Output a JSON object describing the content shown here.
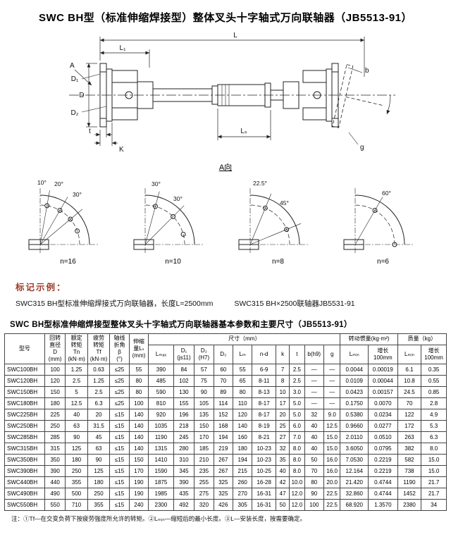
{
  "colors": {
    "accent_heading": "#9c3a28",
    "line": "#222222"
  },
  "page": {
    "title": "SWC BH型（标准伸缩焊接型）整体叉头十字轴式万向联轴器（JB5513-91）"
  },
  "drawing": {
    "labels": {
      "L": "L",
      "L1": "L₁",
      "Ls": "Lₛ",
      "A": "A",
      "D": "D",
      "D1": "D₁",
      "D2": "D₂",
      "b": "b",
      "g": "g",
      "t": "t",
      "K": "K",
      "view": "A向"
    },
    "patterns": [
      {
        "angles": [
          "10°",
          "20°",
          "30°"
        ],
        "n": "n=16"
      },
      {
        "angles": [
          "30°",
          "30°"
        ],
        "n": "n=10"
      },
      {
        "angles": [
          "22.5°",
          "45°"
        ],
        "n": "n=8"
      },
      {
        "angles": [
          "60°"
        ],
        "n": "n=6"
      }
    ]
  },
  "marking": {
    "heading": "标记示例：",
    "example_left": "SWC315 BH型标准伸缩焊接式万向联轴器，长度L=2500mm",
    "example_right": "SWC315 BH×2500联轴器JB5531-91"
  },
  "table": {
    "title": "SWC BH型标准伸缩焊接型整体叉头十字轴式万向联轴器基本参数和主要尺寸（JB5513-91）",
    "header": {
      "model": "型号",
      "d": "回转\n直径\nD\n(mm)",
      "tn": "额定\n转矩\nTn\n(kN·m)",
      "tf": "疲劳\n转矩\nTf\n(kN·m)",
      "beta": "轴线\n折角\nβ\n(°)",
      "ls": "伸缩\n量Lₛ\n(mm)",
      "size_group": "尺寸（mm）",
      "inertia_group": "转动惯量(kg·m²)",
      "mass_group": "质量（kg）",
      "size_cols": [
        "Lₘₐₓ",
        "D₁\n(js11)",
        "D₂\n(H7)",
        "D₃",
        "Lₘ",
        "n-d",
        "k",
        "t",
        "b(h9)",
        "g"
      ],
      "inertia_cols": [
        "Lₘᵢₙ",
        "增长\n100mm"
      ],
      "mass_cols": [
        "Lₘᵢₙ",
        "增长\n100mm"
      ]
    },
    "rows": [
      [
        "SWC100BH",
        "100",
        "1.25",
        "0.63",
        "≤25",
        "55",
        "390",
        "84",
        "57",
        "60",
        "55",
        "6-9",
        "7",
        "2.5",
        "—",
        "—",
        "0.0044",
        "0.00019",
        "6.1",
        "0.35"
      ],
      [
        "SWC120BH",
        "120",
        "2.5",
        "1.25",
        "≤25",
        "80",
        "485",
        "102",
        "75",
        "70",
        "65",
        "8-11",
        "8",
        "2.5",
        "—",
        "—",
        "0.0109",
        "0.00044",
        "10.8",
        "0.55"
      ],
      [
        "SWC150BH",
        "150",
        "5",
        "2.5",
        "≤25",
        "80",
        "590",
        "130",
        "90",
        "89",
        "80",
        "8-13",
        "10",
        "3.0",
        "—",
        "—",
        "0.0423",
        "0.00157",
        "24.5",
        "0.85"
      ],
      [
        "SWC180BH",
        "180",
        "12.5",
        "6.3",
        "≤25",
        "100",
        "810",
        "155",
        "105",
        "114",
        "110",
        "8-17",
        "17",
        "5.0",
        "—",
        "—",
        "0.1750",
        "0.0070",
        "70",
        "2.8"
      ],
      [
        "SWC225BH",
        "225",
        "40",
        "20",
        "≤15",
        "140",
        "920",
        "196",
        "135",
        "152",
        "120",
        "8-17",
        "20",
        "5.0",
        "32",
        "9.0",
        "0.5380",
        "0.0234",
        "122",
        "4.9"
      ],
      [
        "SWC250BH",
        "250",
        "63",
        "31.5",
        "≤15",
        "140",
        "1035",
        "218",
        "150",
        "168",
        "140",
        "8-19",
        "25",
        "6.0",
        "40",
        "12.5",
        "0.9660",
        "0.0277",
        "172",
        "5.3"
      ],
      [
        "SWC285BH",
        "285",
        "90",
        "45",
        "≤15",
        "140",
        "1190",
        "245",
        "170",
        "194",
        "160",
        "8-21",
        "27",
        "7.0",
        "40",
        "15.0",
        "2.0110",
        "0.0510",
        "263",
        "6.3"
      ],
      [
        "SWC315BH",
        "315",
        "125",
        "63",
        "≤15",
        "140",
        "1315",
        "280",
        "185",
        "219",
        "180",
        "10-23",
        "32",
        "8.0",
        "40",
        "15.0",
        "3.6050",
        "0.0795",
        "382",
        "8.0"
      ],
      [
        "SWC350BH",
        "350",
        "180",
        "90",
        "≤15",
        "150",
        "1410",
        "310",
        "210",
        "267",
        "194",
        "10-23",
        "35",
        "8.0",
        "50",
        "16.0",
        "7.0530",
        "0.2219",
        "582",
        "15.0"
      ],
      [
        "SWC390BH",
        "390",
        "250",
        "125",
        "≤15",
        "170",
        "1590",
        "345",
        "235",
        "267",
        "215",
        "10-25",
        "40",
        "8.0",
        "70",
        "16.0",
        "12.164",
        "0.2219",
        "738",
        "15.0"
      ],
      [
        "SWC440BH",
        "440",
        "355",
        "180",
        "≤15",
        "190",
        "1875",
        "390",
        "255",
        "325",
        "260",
        "16-28",
        "42",
        "10.0",
        "80",
        "20.0",
        "21.420",
        "0.4744",
        "1190",
        "21.7"
      ],
      [
        "SWC490BH",
        "490",
        "500",
        "250",
        "≤15",
        "190",
        "1985",
        "435",
        "275",
        "325",
        "270",
        "16-31",
        "47",
        "12.0",
        "90",
        "22.5",
        "32.860",
        "0.4744",
        "1452",
        "21.7"
      ],
      [
        "SWC550BH",
        "550",
        "710",
        "355",
        "≤15",
        "240",
        "2300",
        "492",
        "320",
        "426",
        "305",
        "16-31",
        "50",
        "12.0",
        "100",
        "22.5",
        "68.920",
        "1.3570",
        "2380",
        "34"
      ]
    ]
  },
  "note": "注：①Tf—在交变负荷下按疲劳强度所允许的转矩。②Lₘᵢₙ—缩短后的最小长度。③L—安装长度，按需要确定。"
}
